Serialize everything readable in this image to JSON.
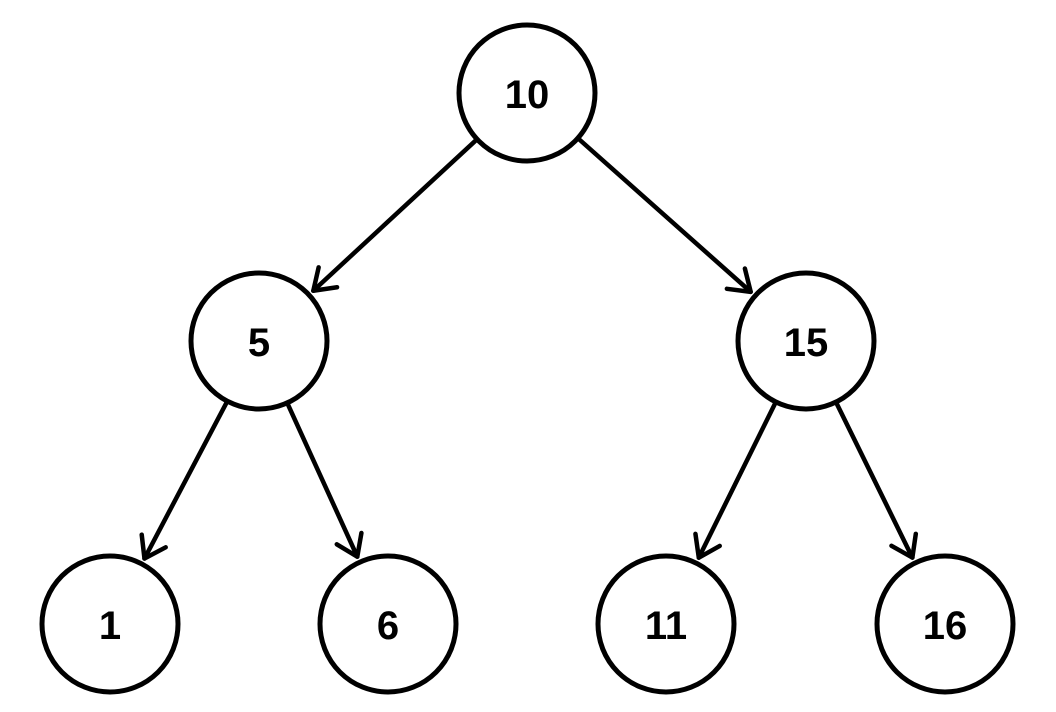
{
  "diagram": {
    "type": "binary-tree",
    "colors": {
      "background": "#ffffff",
      "stroke": "#000000",
      "node_fill": "#ffffff",
      "text": "#000000"
    },
    "nodes": [
      {
        "id": "n10",
        "label": "10"
      },
      {
        "id": "n5",
        "label": "5"
      },
      {
        "id": "n15",
        "label": "15"
      },
      {
        "id": "n1",
        "label": "1"
      },
      {
        "id": "n6",
        "label": "6"
      },
      {
        "id": "n11",
        "label": "11"
      },
      {
        "id": "n16",
        "label": "16"
      }
    ],
    "edges": [
      {
        "from": "n10",
        "to": "n5"
      },
      {
        "from": "n10",
        "to": "n15"
      },
      {
        "from": "n5",
        "to": "n1"
      },
      {
        "from": "n5",
        "to": "n6"
      },
      {
        "from": "n15",
        "to": "n11"
      },
      {
        "from": "n15",
        "to": "n16"
      }
    ]
  }
}
